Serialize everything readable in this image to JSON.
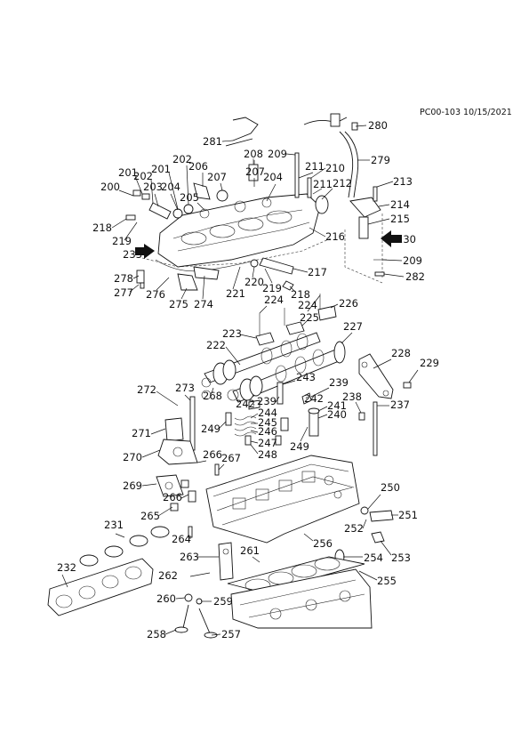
{
  "document": {
    "reference": "PC00-103 10/15/2021"
  },
  "callouts": [
    "200",
    "201",
    "201",
    "202",
    "202",
    "203",
    "204",
    "204",
    "205",
    "206",
    "207",
    "207",
    "208",
    "209",
    "209",
    "210",
    "211",
    "211",
    "212",
    "213",
    "214",
    "215",
    "216",
    "217",
    "218",
    "218",
    "219",
    "219",
    "220",
    "221",
    "222",
    "223",
    "224",
    "224",
    "225",
    "226",
    "227",
    "228",
    "229",
    "230",
    "231",
    "232",
    "233",
    "237",
    "238",
    "239",
    "239",
    "240",
    "241",
    "242",
    "242",
    "243",
    "244",
    "245",
    "246",
    "247",
    "248",
    "249",
    "249",
    "250",
    "251",
    "252",
    "253",
    "254",
    "255",
    "256",
    "257",
    "258",
    "259",
    "260",
    "261",
    "262",
    "263",
    "264",
    "265",
    "266",
    "266",
    "267",
    "268",
    "269",
    "270",
    "271",
    "272",
    "273",
    "274",
    "275",
    "276",
    "277",
    "278",
    "279",
    "280",
    "281",
    "282"
  ]
}
